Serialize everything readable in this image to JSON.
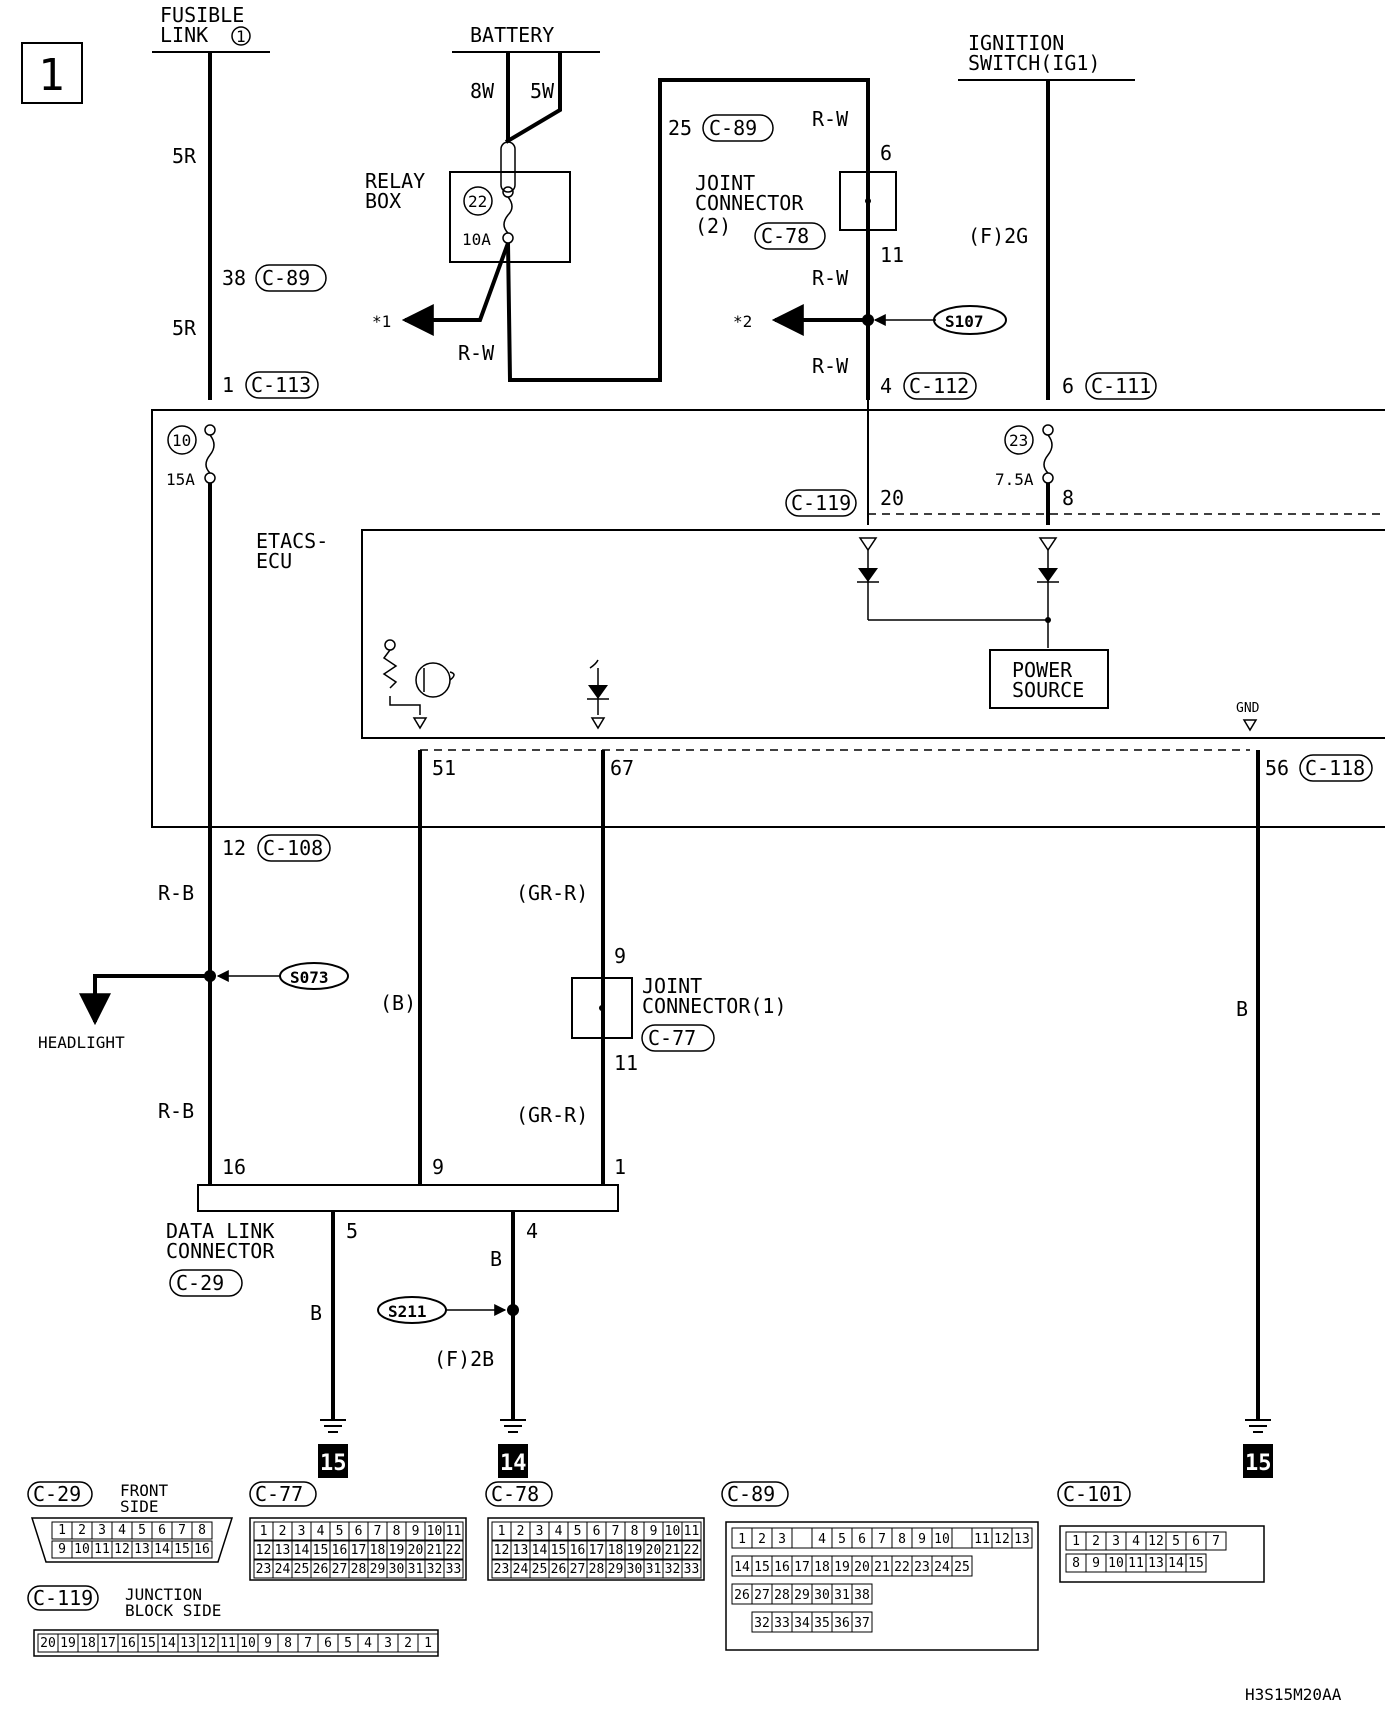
{
  "page_number": "1",
  "diagram_code": "H3S15M20AA",
  "sources": {
    "fusible_link": [
      "FUSIBLE",
      "LINK"
    ],
    "fusible_link_num": "1",
    "battery": "BATTERY",
    "ignition": [
      "IGNITION",
      "SWITCH(IG1)"
    ]
  },
  "wires": {
    "fl_5r_top": "5R",
    "fl_5r_bot": "5R",
    "bat_8w": "8W",
    "bat_5w": "5W",
    "rw_relay": "R-W",
    "rw_top": "R-W",
    "rw_mid": "R-W",
    "rw_bot": "R-W",
    "f2g": "(F)2G",
    "rb_top": "R-B",
    "rb_bot": "R-B",
    "b51": "(B)",
    "grr_top": "(GR-R)",
    "grr_bot": "(GR-R)",
    "b56": "B",
    "b5": "B",
    "b4": "B",
    "f2b": "(F)2B"
  },
  "relay_box": {
    "label": [
      "RELAY",
      "BOX"
    ],
    "fuse_num": "22",
    "fuse_rating": "10A"
  },
  "connectors": {
    "c89_pin38": "38",
    "c89_label": "C-89",
    "c89_pin25": "25",
    "c113_pin": "1",
    "c113": "C-113",
    "c112_pin": "4",
    "c112": "C-112",
    "c111_pin": "6",
    "c111": "C-111",
    "c119": "C-119",
    "c119_pin20": "20",
    "c119_pin8": "8",
    "c118_pin": "56",
    "c118": "C-118",
    "c108_pin": "12",
    "c108": "C-108",
    "pin51": "51",
    "pin67": "67",
    "j2_pin6": "6",
    "j2_pin11": "11",
    "j1_pin9": "9",
    "j1_pin11": "11",
    "dlc_p16": "16",
    "dlc_p9": "9",
    "dlc_p1": "1",
    "dlc_p5": "5",
    "dlc_p4": "4"
  },
  "joint2": {
    "label": [
      "JOINT",
      "CONNECTOR",
      "(2)"
    ],
    "conn": "C-78"
  },
  "joint1": {
    "label": [
      "JOINT",
      "CONNECTOR(1)"
    ],
    "conn": "C-77"
  },
  "splices": {
    "s107": "S107",
    "s073": "S073",
    "s211": "S211"
  },
  "refs": {
    "r1": "*1",
    "r2": "*2"
  },
  "junction_block": {
    "fuse10": "10",
    "fuse10_rating": "15A",
    "fuse23": "23",
    "fuse23_rating": "7.5A"
  },
  "etacs": {
    "label": [
      "ETACS-",
      "ECU"
    ],
    "power_source": [
      "POWER",
      "SOURCE"
    ],
    "gnd": "GND"
  },
  "headlight": "HEADLIGHT",
  "dlc": {
    "label": [
      "DATA LINK",
      "CONNECTOR"
    ],
    "conn": "C-29"
  },
  "grounds": {
    "g1": "15",
    "g2": "14",
    "g3": "15"
  },
  "connector_views": {
    "c29": {
      "name": "C-29",
      "side": [
        "FRONT",
        "SIDE"
      ],
      "row1": [
        "1",
        "2",
        "3",
        "4",
        "5",
        "6",
        "7",
        "8"
      ],
      "row2": [
        "9",
        "10",
        "11",
        "12",
        "13",
        "14",
        "15",
        "16"
      ]
    },
    "c77": {
      "name": "C-77",
      "row1": [
        "1",
        "2",
        "3",
        "4",
        "5",
        "6",
        "7",
        "8",
        "9",
        "10",
        "11"
      ],
      "row2": [
        "12",
        "13",
        "14",
        "15",
        "16",
        "17",
        "18",
        "19",
        "20",
        "21",
        "22"
      ],
      "row3": [
        "23",
        "24",
        "25",
        "26",
        "27",
        "28",
        "29",
        "30",
        "31",
        "32",
        "33"
      ]
    },
    "c78": {
      "name": "C-78",
      "row1": [
        "1",
        "2",
        "3",
        "4",
        "5",
        "6",
        "7",
        "8",
        "9",
        "10",
        "11"
      ],
      "row2": [
        "12",
        "13",
        "14",
        "15",
        "16",
        "17",
        "18",
        "19",
        "20",
        "21",
        "22"
      ],
      "row3": [
        "23",
        "24",
        "25",
        "26",
        "27",
        "28",
        "29",
        "30",
        "31",
        "32",
        "33"
      ]
    },
    "c89": {
      "name": "C-89",
      "row1": [
        "1",
        "2",
        "3",
        "",
        "4",
        "5",
        "6",
        "7",
        "8",
        "9",
        "10",
        "",
        "11",
        "12",
        "13"
      ],
      "row2": [
        "14",
        "15",
        "16",
        "17",
        "18",
        "19",
        "20",
        "21",
        "22",
        "23",
        "24",
        "25"
      ],
      "row3": [
        "26",
        "27",
        "28",
        "29",
        "30",
        "31",
        "38"
      ],
      "row4": [
        "32",
        "33",
        "34",
        "35",
        "36",
        "37"
      ]
    },
    "c101": {
      "name": "C-101",
      "row1": [
        "1",
        "2",
        "3",
        "4",
        "12",
        "5",
        "6",
        "7"
      ],
      "row2": [
        "8",
        "9",
        "10",
        "11",
        "13",
        "14",
        "15"
      ]
    },
    "c119": {
      "name": "C-119",
      "side": [
        "JUNCTION",
        "BLOCK SIDE"
      ],
      "row": [
        "20",
        "19",
        "18",
        "17",
        "16",
        "15",
        "14",
        "13",
        "12",
        "11",
        "10",
        "9",
        "8",
        "7",
        "6",
        "5",
        "4",
        "3",
        "2",
        "1"
      ]
    }
  }
}
